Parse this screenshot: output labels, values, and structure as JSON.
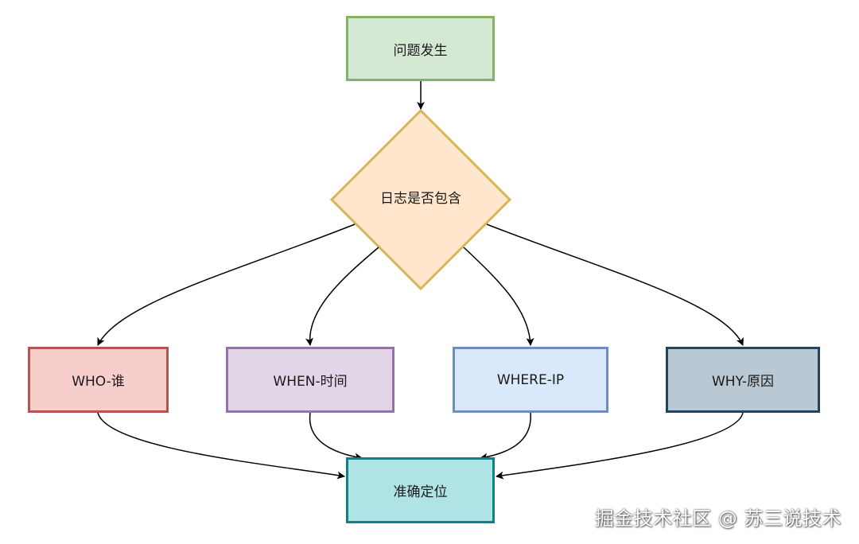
{
  "nodes": {
    "start": {
      "label": "问题发生",
      "fill": "#d5e8d4",
      "stroke": "#82b366"
    },
    "decision": {
      "label": "日志是否包含",
      "fill": "#ffe6cc",
      "stroke": "#d6b656"
    },
    "who": {
      "label": "WHO-谁",
      "fill": "#f8cecc",
      "stroke": "#b85450"
    },
    "when": {
      "label": "WHEN-时间",
      "fill": "#e1d5e7",
      "stroke": "#9673a6"
    },
    "where": {
      "label": "WHERE-IP",
      "fill": "#dae8fc",
      "stroke": "#6c8ebf"
    },
    "why": {
      "label": "WHY-原因",
      "fill": "#bac8d3",
      "stroke": "#23445d"
    },
    "result": {
      "label": "准确定位",
      "fill": "#b0e3e6",
      "stroke": "#0e8088"
    }
  },
  "edge_color": "#000000",
  "watermark": "掘金技术社区 @ 苏三说技术"
}
